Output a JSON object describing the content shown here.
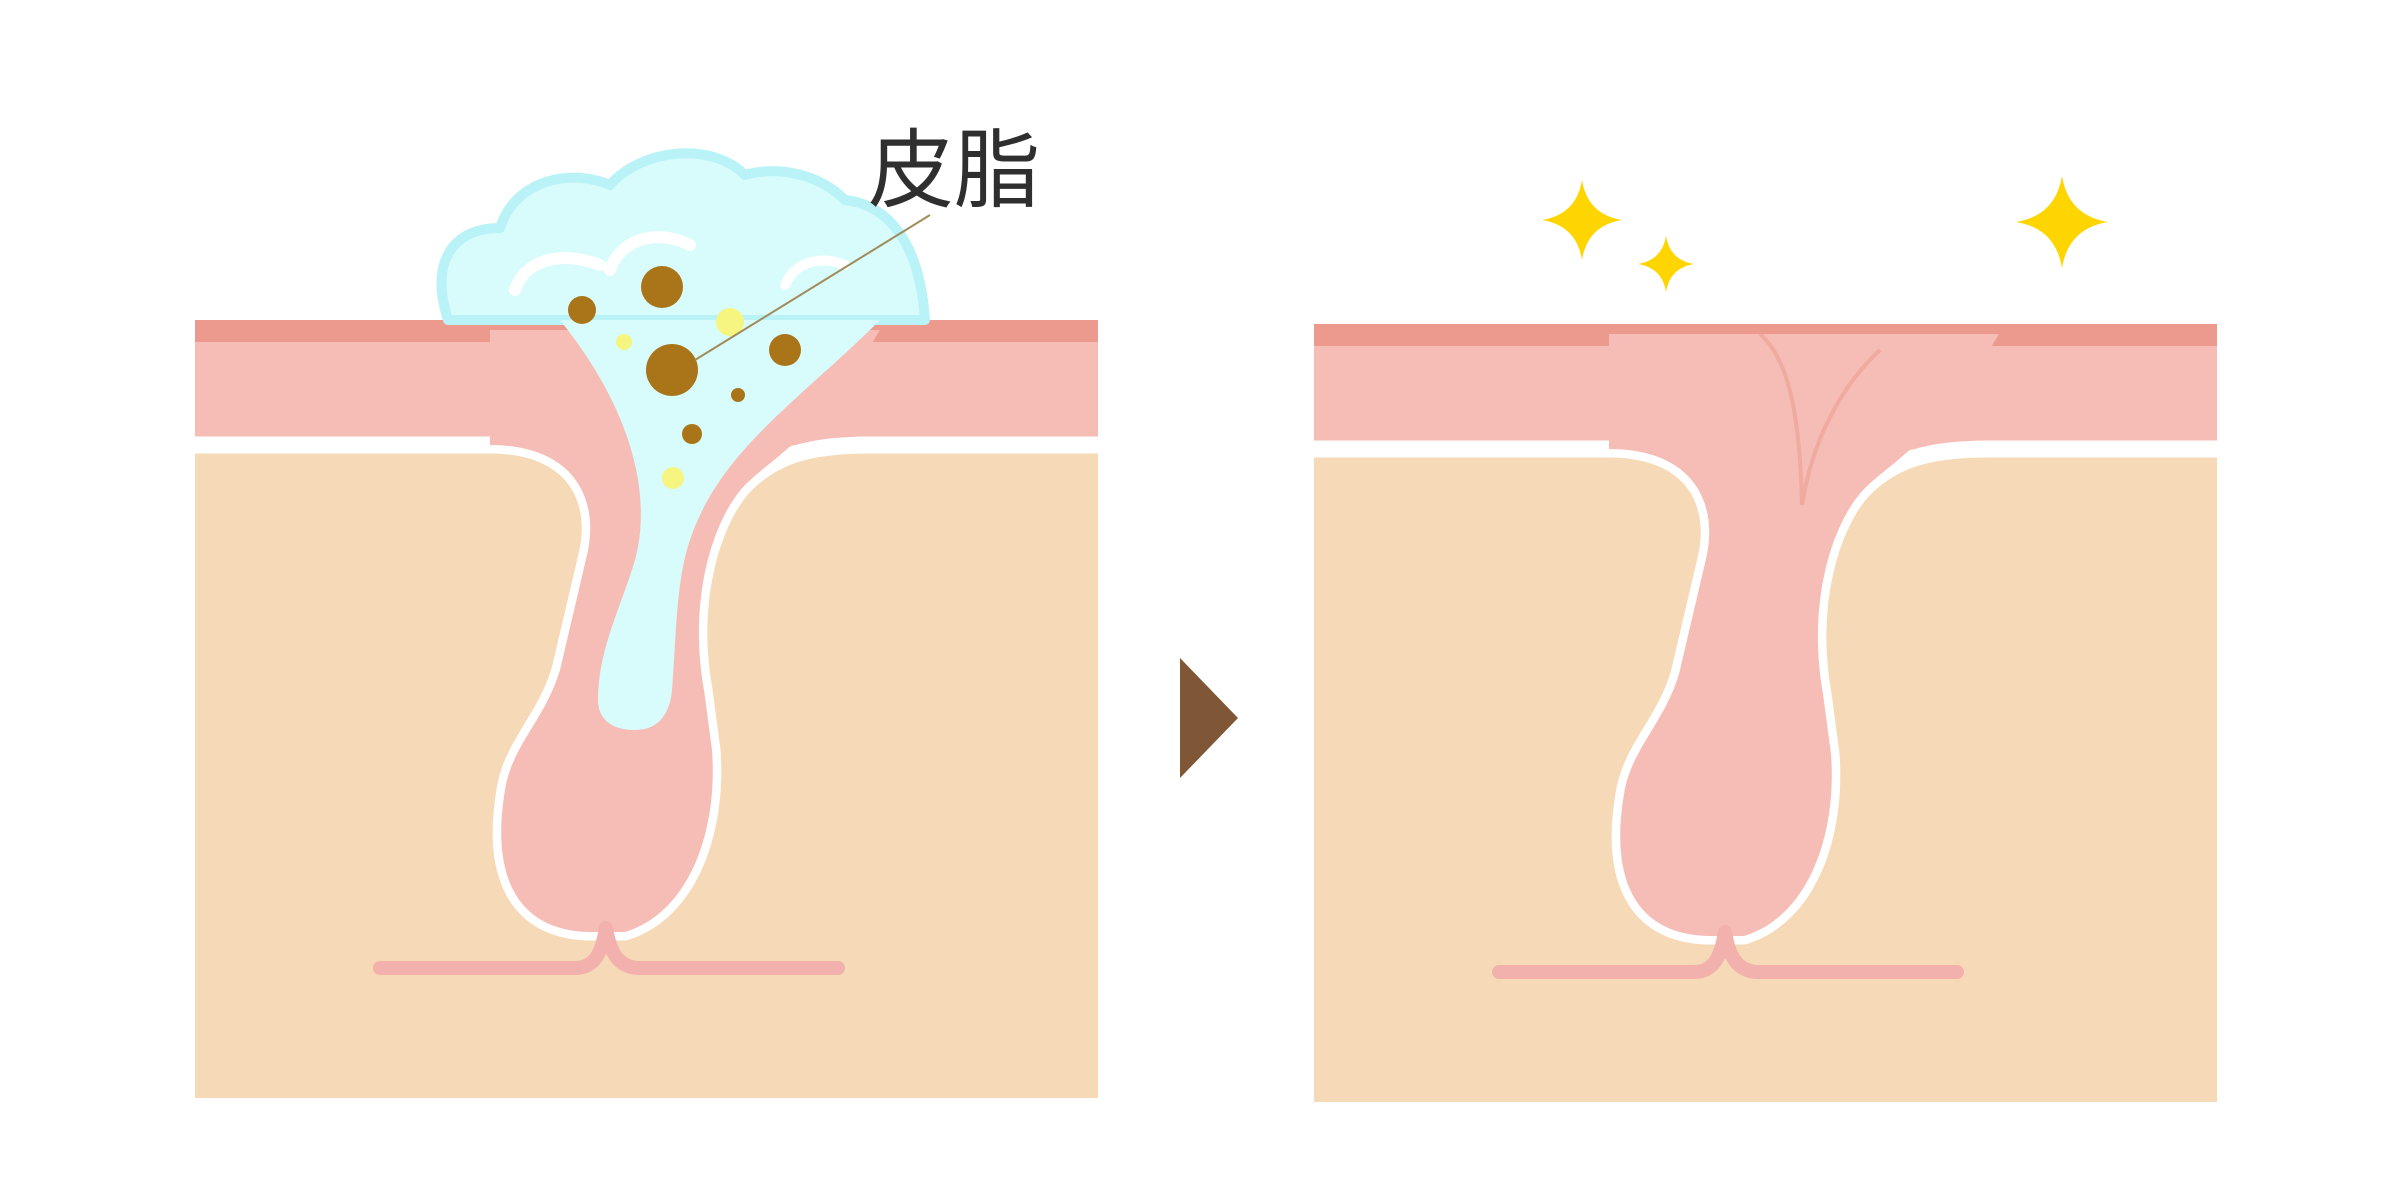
{
  "labels": {
    "sebum": "皮脂"
  },
  "colors": {
    "background": "#ffffff",
    "dermis": "#f6dab7",
    "epidermis": "#f5bdb6",
    "skin_surface": "#ec9a8e",
    "layer_line": "#ffffff",
    "foam": "#d8fbfb",
    "foam_edge": "#b9f3f8",
    "sebum_dot": "#a97518",
    "sebum_highlight": "#f5f57f",
    "sparkle": "#ffd500",
    "arrow": "#7f5737",
    "pointer": "#a08c5a",
    "text": "#2f2f2f"
  },
  "panels": [
    {
      "state": "pore-clogged-with-sebum"
    },
    {
      "state": "pore-clean"
    }
  ],
  "icons": {
    "arrow": "triangle-right-arrow-icon",
    "sparkle": "four-point-sparkle-icon"
  }
}
